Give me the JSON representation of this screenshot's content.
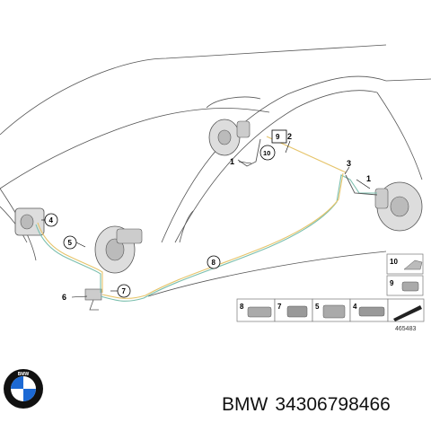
{
  "callouts": {
    "c1a": "1",
    "c1b": "1",
    "c2": "2",
    "c3": "3",
    "c4": "4",
    "c5": "5",
    "c6": "6",
    "c7": "7",
    "c8": "8",
    "c9": "9",
    "c10": "10"
  },
  "legend": {
    "items": [
      {
        "label": "10"
      },
      {
        "label": "9"
      },
      {
        "label": "8"
      },
      {
        "label": "7"
      },
      {
        "label": "5"
      },
      {
        "label": "4"
      }
    ]
  },
  "reference_number": "465483",
  "brand": {
    "logo_text": "BMW",
    "name": "BMW",
    "part_number": "34306798466",
    "colors": {
      "blue": "#1c69d4",
      "black": "#111111"
    }
  },
  "line_colors": {
    "brake_line_yellow": "#e6c46a",
    "brake_line_green": "#7bbfae",
    "outline": "#555555"
  }
}
